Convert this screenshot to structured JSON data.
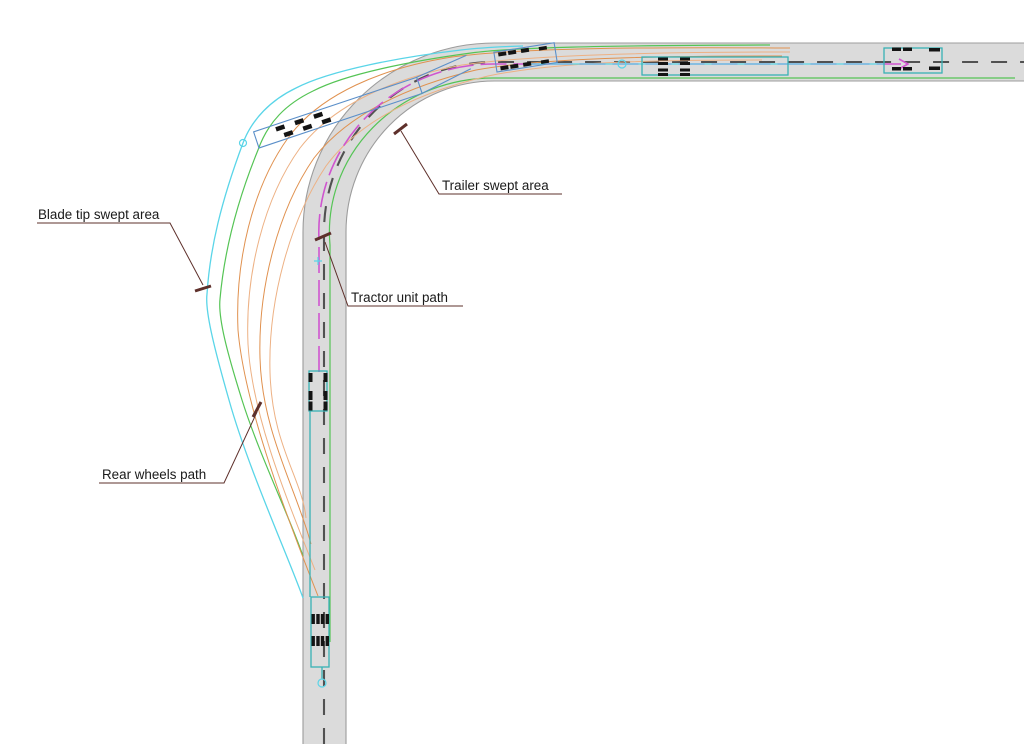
{
  "labels": {
    "blade_tip": "Blade tip swept area",
    "trailer_swept": "Trailer swept area",
    "tractor_path": "Tractor unit path",
    "rear_wheels": "Rear wheels path"
  },
  "colors": {
    "page_bg": "#ffffff",
    "road_fill": "#dbdbdb",
    "road_edge": "#9c9c9c",
    "centerline": "#515151",
    "tractor_path_magenta": "#cf55cf",
    "blade_tip_cyan": "#5ad5e8",
    "swept_green": "#55c455",
    "rear_wheels_orange": "#e0914f",
    "rear_wheels_orange_light": "#edb184",
    "vehicle_teal": "#38b2b5",
    "vehicle_blue": "#5b8fc9",
    "wheel_black": "#141414",
    "leader": "#5e302b",
    "label_text": "#1a1a1a"
  }
}
